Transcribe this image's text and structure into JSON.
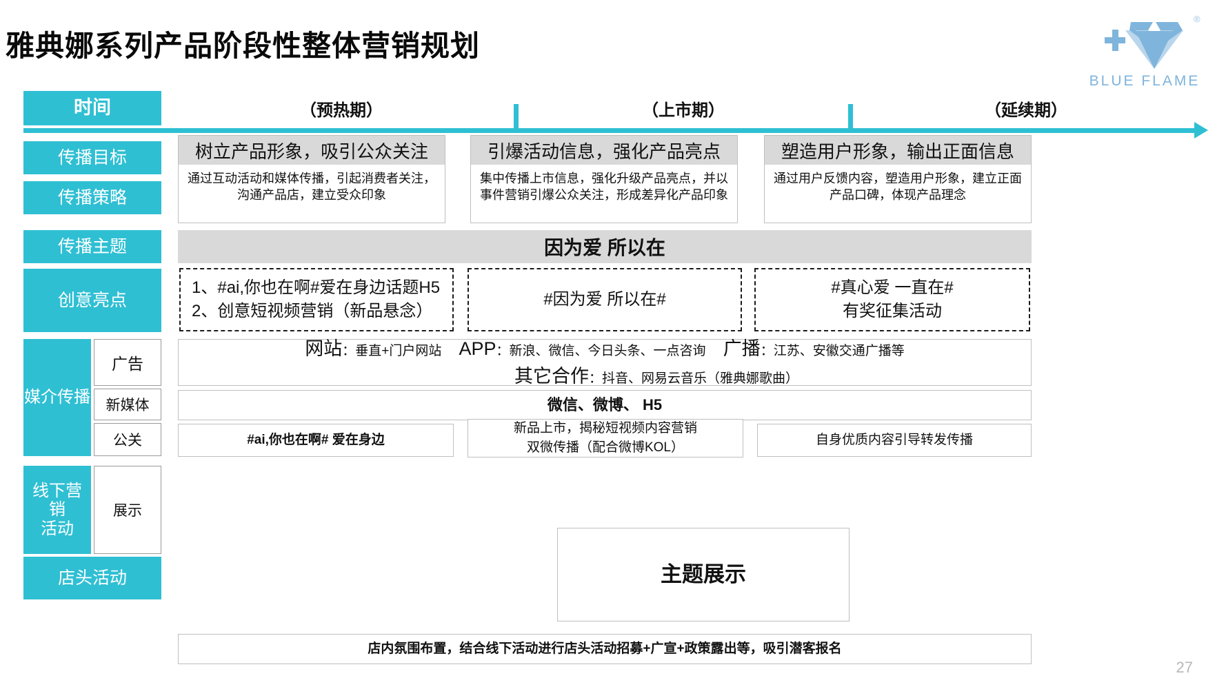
{
  "slide": {
    "title": "雅典娜系列产品阶段性整体营销规划",
    "page_number": "27"
  },
  "logo": {
    "name": "blue-flame-logo",
    "text": "BLUE FLAME",
    "color": "#7FB4DC",
    "registered_mark": "®",
    "plus_glyph": "+"
  },
  "colors": {
    "accent_cyan": "#2FBFD3",
    "band_gray": "#D9D9D9",
    "box_border": "#BFBFBF",
    "text": "#111111"
  },
  "header": {
    "row_label": "时间",
    "phases": [
      "（预热期）",
      "（上市期）",
      "（延续期）"
    ]
  },
  "rows": {
    "goal_label": "传播目标",
    "strategy_label": "传播策略",
    "theme_label": "传播主题",
    "creative_label": "创意亮点",
    "media_label": "媒介传播",
    "offline_label": "线下营销\n销\n活动",
    "offline_label_lines": [
      "线下营",
      "销",
      "活动"
    ],
    "store_label": "店头活动"
  },
  "goals": [
    "树立产品形象，吸引公众关注",
    "引爆活动信息，强化产品亮点",
    "塑造用户形象，输出正面信息"
  ],
  "strategies": [
    "通过互动活动和媒体传播，引起消费者关注，沟通产品店，建立受众印象",
    "集中传播上市信息，强化升级产品亮点，并以事件营销引爆公众关注，形成差异化产品印象",
    "通过用户反馈内容，塑造用户形象，建立正面产品口碑，体现产品理念"
  ],
  "theme": "因为爱 所以在",
  "creatives": [
    "1、#ai,你也在啊#爱在身边话题H5\n2、创意短视频营销（新品悬念）",
    "#因为爱 所以在#",
    "#真心爱 一直在#\n有奖征集活动"
  ],
  "media": {
    "sub_labels": [
      "广告",
      "新媒体",
      "公关"
    ],
    "ad_line1": {
      "seg1_label": "网站",
      "seg1_value": "：垂直+门户网站",
      "seg2_label": "APP",
      "seg2_value": "：新浪、微信、今日头条、一点咨询",
      "seg3_label": "广播",
      "seg3_value": "：江苏、安徽交通广播等"
    },
    "ad_line2": {
      "label": "其它合作",
      "value": "：抖音、网易云音乐（雅典娜歌曲）"
    },
    "newmedia": "微信、微博、 H5",
    "pr": [
      "#ai,你也在啊# 爱在身边",
      "新品上市，揭秘短视频内容营销\n双微传播（配合微博KOL）",
      "自身优质内容引导转发传播"
    ]
  },
  "offline": {
    "sub_label": "展示",
    "display_box": "主题展示"
  },
  "store_activity": "店内氛围布置，结合线下活动进行店头活动招募+广宣+政策露出等，吸引潜客报名"
}
